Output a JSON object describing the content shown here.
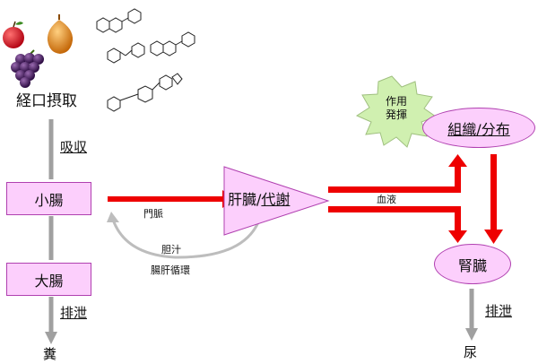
{
  "nodes": {
    "oral_intake": "経口摂取",
    "small_intestine": "小腸",
    "large_intestine": "大腸",
    "feces": "糞",
    "liver_prefix": "肝臓/",
    "liver_underlined": "代謝",
    "tissue_underlined": "組織/分布",
    "kidney": "腎臓",
    "urine": "尿",
    "action_line1": "作用",
    "action_line2": "発揮"
  },
  "edges": {
    "absorption": "吸収",
    "excretion_left": "排泄",
    "excretion_right": "排泄",
    "portal_vein": "門脈",
    "bile": "胆汁",
    "enterohepatic": "腸肝循環",
    "blood": "血液"
  },
  "colors": {
    "node_fill": "#fccffc",
    "node_border": "#b040b0",
    "red_arrow": "#ee0000",
    "gray_arrow": "#a0a0a0",
    "burst_fill": "#d0f0b0"
  },
  "icons": [
    "apple-icon",
    "onion-icon",
    "grapes-icon",
    "flavonoid-structures"
  ]
}
